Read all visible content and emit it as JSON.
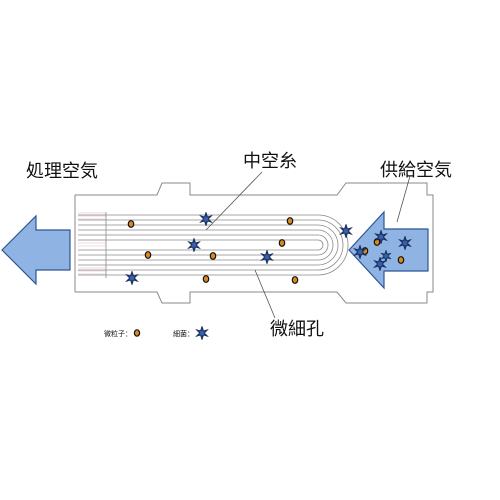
{
  "labels": {
    "outlet": "処理空気",
    "fiber": "中空糸",
    "inlet": "供給空気",
    "pores": "微細孔"
  },
  "legend": {
    "particle_label": "微粒子：",
    "bacteria_label": "細菌："
  },
  "colors": {
    "arrow_fill": "#8fb4e3",
    "arrow_stroke": "#2f5597",
    "particle": "#d98a1a",
    "bacteria": "#1f3c7a",
    "housing": "#888888"
  },
  "icons": {
    "particle": "particle-icon",
    "bacteria": "bacteria-icon"
  }
}
